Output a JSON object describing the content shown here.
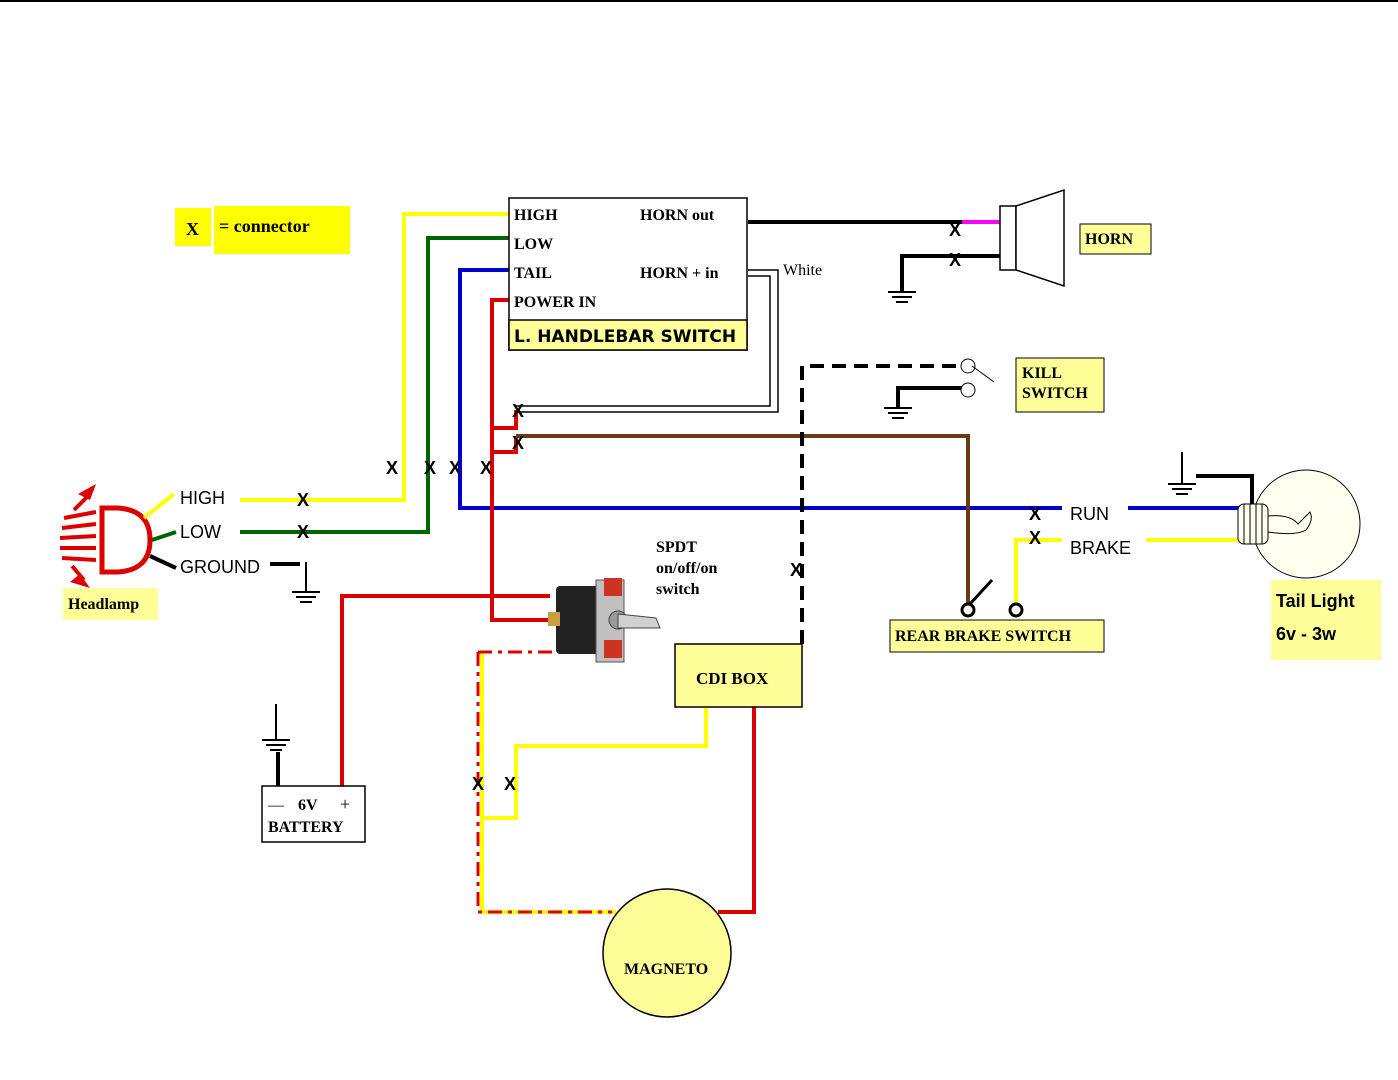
{
  "legend": {
    "symbol": "X",
    "text": "= connector"
  },
  "switch": {
    "high": "HIGH",
    "low": "LOW",
    "tail": "TAIL",
    "power_in": "POWER IN",
    "horn_out": "HORN out",
    "horn_in": "HORN + in",
    "title": "L. HANDLEBAR SWITCH"
  },
  "horn": {
    "label": "HORN"
  },
  "white_wire": "White",
  "kill_switch": {
    "line1": "KILL",
    "line2": "SWITCH"
  },
  "headlamp": {
    "label": "Headlamp",
    "high": "HIGH",
    "low": "LOW",
    "ground": "GROUND"
  },
  "tail_light": {
    "run": "RUN",
    "brake": "BRAKE",
    "line1": "Tail Light",
    "line2": "6v - 3w"
  },
  "spdt": {
    "line1": "SPDT",
    "line2": "on/off/on",
    "line3": "switch"
  },
  "cdi": "CDI BOX",
  "rear_brake": "REAR BRAKE SWITCH",
  "battery": {
    "minus": "—",
    "volt": "6V",
    "plus": "+",
    "label": "BATTERY"
  },
  "magneto": "MAGNETO",
  "connector_mark": "X",
  "colors": {
    "yellow": "#ffff00",
    "label_bg": "#ffff99",
    "green": "#006400",
    "blue": "#0000cc",
    "red": "#dd0000",
    "brown": "#6b3a14",
    "black": "#000000",
    "magenta": "#ff00ff",
    "magneto_fill": "#ffff99"
  }
}
